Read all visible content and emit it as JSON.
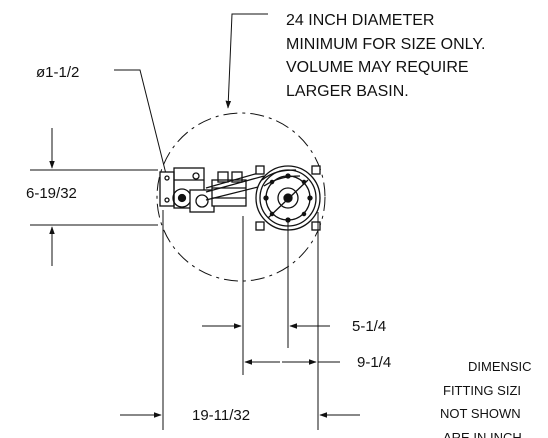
{
  "callout": {
    "lines": [
      "24 INCH DIAMETER",
      "MINIMUM FOR SIZE ONLY.",
      "VOLUME MAY REQUIRE",
      "LARGER BASIN."
    ]
  },
  "dimensions": {
    "pipe_diameter": "ø1-1/2",
    "height": "6-19/32",
    "offset_small": "5-1/4",
    "offset_medium": "9-1/4",
    "overall_width": "19-11/32"
  },
  "notes": {
    "lines": [
      "DIMENSIC",
      "FITTING SIZI",
      "NOT SHOWN",
      "ARE IN INCH"
    ]
  },
  "colors": {
    "line": "#111111",
    "background": "#ffffff"
  }
}
